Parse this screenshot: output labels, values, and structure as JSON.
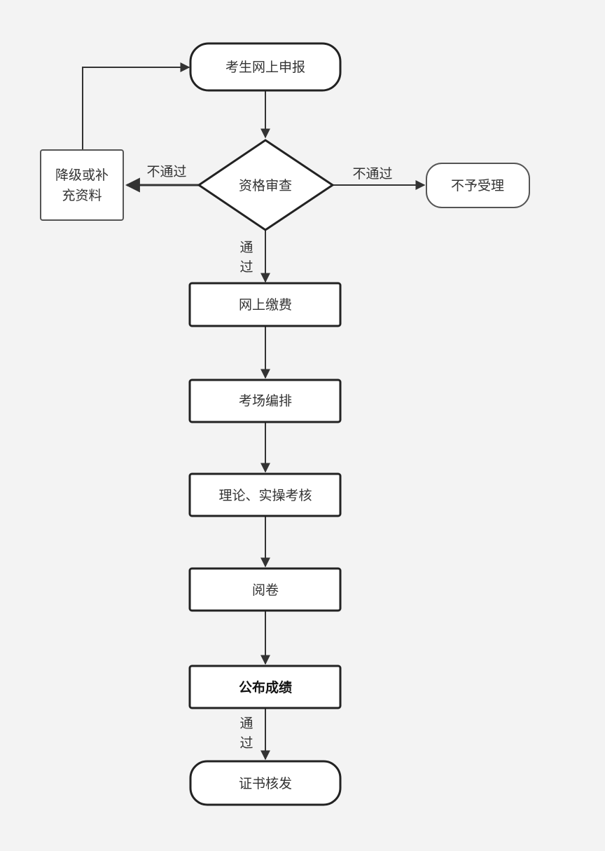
{
  "nodes": {
    "start": "考生网上申报",
    "review": "资格审查",
    "supplement_line1": "降级或补",
    "supplement_line2": "充资料",
    "reject": "不予受理",
    "payment": "网上缴费",
    "arrange": "考场编排",
    "exam": "理论、实操考核",
    "grading": "阅卷",
    "results": "公布成绩",
    "certificate": "证书核发"
  },
  "edges": {
    "fail_left": "不通过",
    "fail_right": "不通过",
    "pass_review_line1": "通",
    "pass_review_line2": "过",
    "pass_results_line1": "通",
    "pass_results_line2": "过"
  }
}
